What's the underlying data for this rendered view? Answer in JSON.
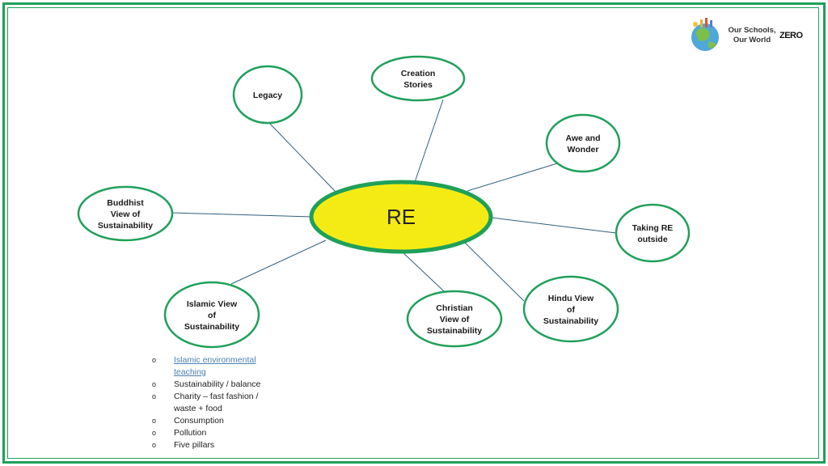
{
  "center": {
    "label": "RE"
  },
  "nodes": [
    {
      "id": "creation-stories",
      "lines": [
        "Creation",
        "Stories"
      ]
    },
    {
      "id": "legacy",
      "lines": [
        "Legacy"
      ]
    },
    {
      "id": "awe-and-wonder",
      "lines": [
        "Awe and",
        "Wonder"
      ]
    },
    {
      "id": "buddhist",
      "lines": [
        "Buddhist",
        "View of",
        "Sustainability"
      ]
    },
    {
      "id": "taking-re-outside",
      "lines": [
        "Taking RE",
        "outside"
      ]
    },
    {
      "id": "hindu",
      "lines": [
        "Hindu View",
        "of",
        "Sustainability"
      ]
    },
    {
      "id": "christian",
      "lines": [
        "Christian",
        "View of",
        "Sustainability"
      ]
    },
    {
      "id": "islamic",
      "lines": [
        "Islamic View",
        "of",
        "Sustainability"
      ]
    }
  ],
  "bullets": [
    {
      "text": "Islamic environmental teaching",
      "link": true
    },
    {
      "text": "Sustainability / balance",
      "link": false
    },
    {
      "text": "Charity – fast fashion / waste + food",
      "link": false
    },
    {
      "text": "Consumption",
      "link": false
    },
    {
      "text": "Pollution",
      "link": false
    },
    {
      "text": "Five pillars",
      "link": false
    }
  ],
  "logo": {
    "line1": "Our Schools,",
    "line2": "Our World",
    "badge": "ZERO"
  },
  "colors": {
    "frame": "#1fa05a",
    "node_border": "#1fa05a",
    "center_fill": "#f5eb14",
    "connector": "#2f5f7f"
  }
}
